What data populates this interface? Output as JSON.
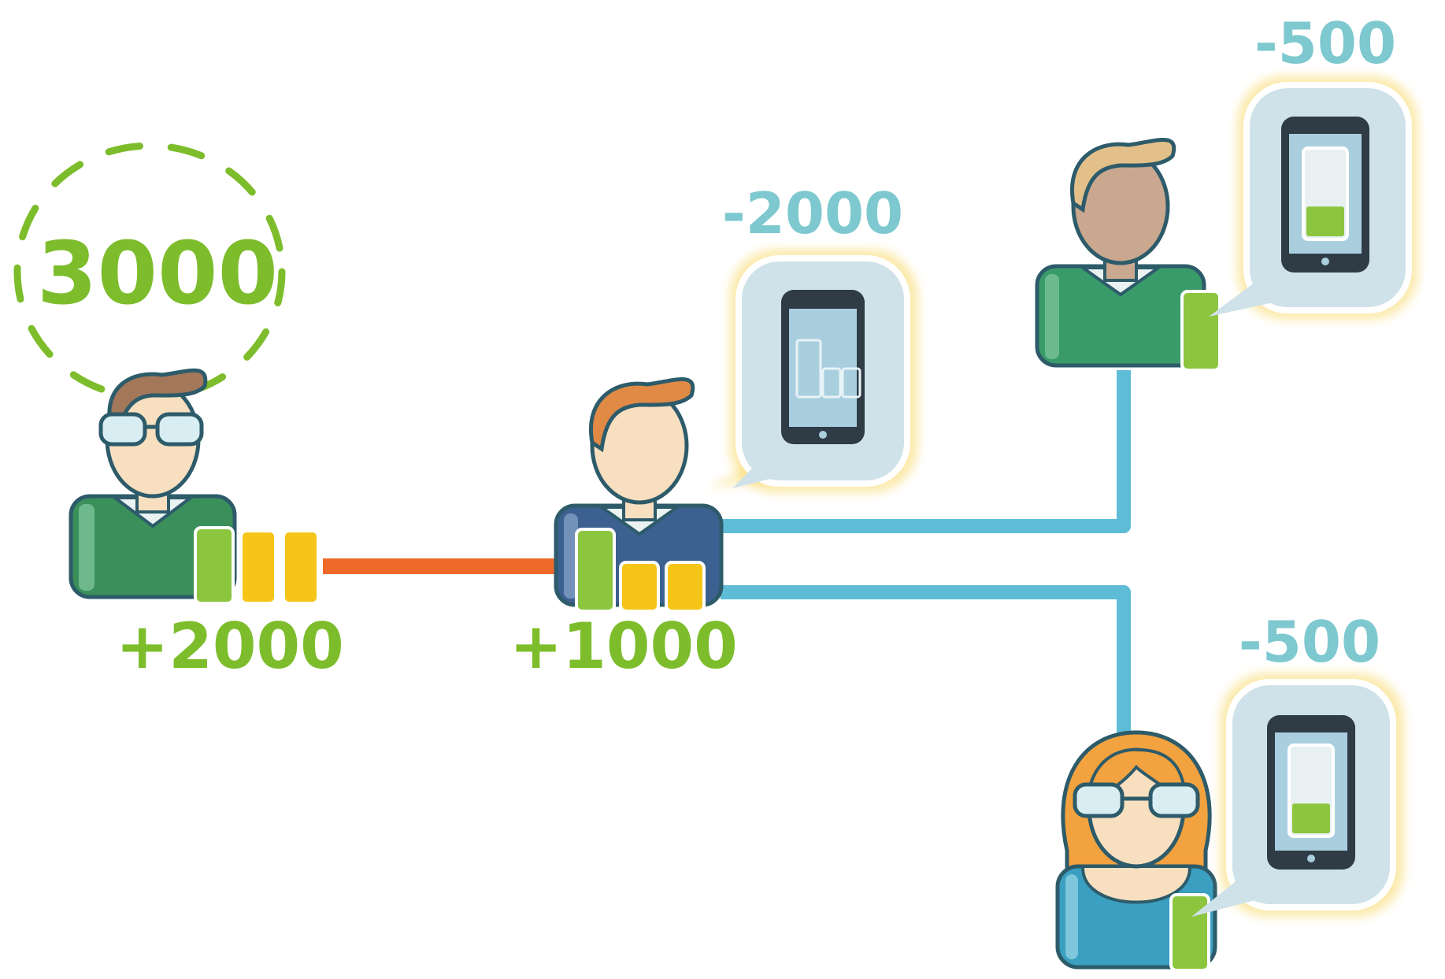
{
  "total": {
    "value": "3000"
  },
  "people": [
    {
      "id": "p1",
      "amount": "+2000",
      "shirt": "green",
      "hair": "brown",
      "glasses": true
    },
    {
      "id": "p2",
      "amount": "+1000",
      "shirt": "navy",
      "hair": "ginger",
      "glasses": false
    },
    {
      "id": "p3",
      "amount": "",
      "shirt": "green",
      "hair": "blonde",
      "glasses": false
    },
    {
      "id": "p4",
      "amount": "",
      "shirt": "teal",
      "hair": "orange",
      "glasses": true
    }
  ],
  "phones": [
    {
      "id": "phone-1",
      "amount": "-2000"
    },
    {
      "id": "phone-2",
      "amount": "-500",
      "battery_level": 0.35
    },
    {
      "id": "phone-3",
      "amount": "-500",
      "battery_level": 0.35
    }
  ],
  "colors": {
    "gain": "#7dbd2c",
    "loss": "#7ec8d0",
    "orange_link": "#ef6a2a",
    "blue_link": "#5fbcd7",
    "bubble_glow": "#f7d04a",
    "bubble_fill": "#cfe2ea",
    "battery_green": "#8cc63f",
    "battery_yellow": "#f5c518",
    "outline": "#2d5b6a"
  }
}
